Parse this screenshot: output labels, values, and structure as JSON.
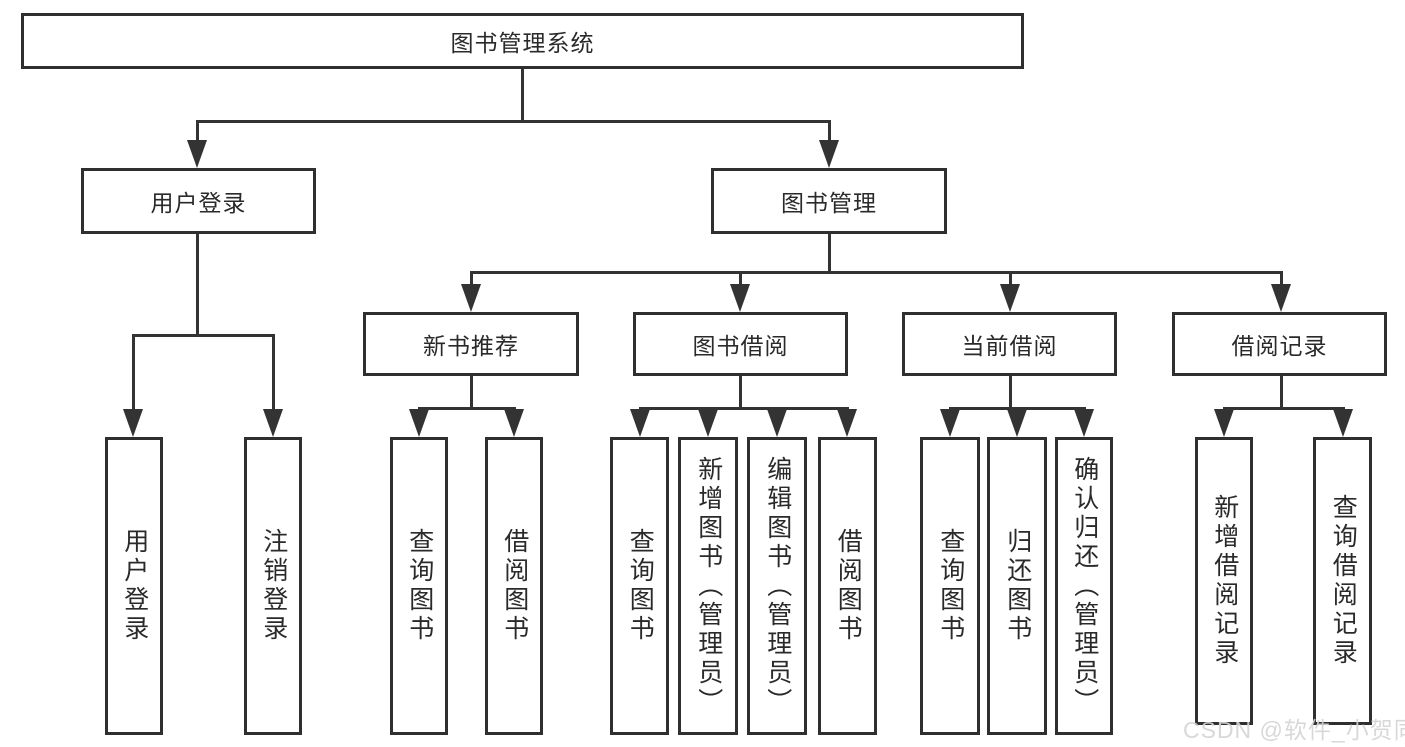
{
  "title": "图书管理系统",
  "watermark": "CSDN @软件_小贺同学",
  "colors": {
    "line": "#333333",
    "box_border": "#2f2f2f",
    "box_fill": "#ffffff",
    "text": "#2a2a2a",
    "watermark": "#d4d4d4"
  },
  "level1": [
    "用户登录",
    "图书管理"
  ],
  "level2": [
    "新书推荐",
    "图书借阅",
    "当前借阅",
    "借阅记录"
  ],
  "leaves": {
    "user_login": [
      "用户登录",
      "注销登录"
    ],
    "new_book_recommend": [
      "查询图书",
      "借阅图书"
    ],
    "book_borrow": [
      "查询图书",
      "新增图书（管理员）",
      "编辑图书（管理员）",
      "借阅图书"
    ],
    "current_borrow": [
      "查询图书",
      "归还图书",
      "确认归还（管理员）"
    ],
    "borrow_records": [
      "新增借阅记录",
      "查询借阅记录"
    ]
  }
}
